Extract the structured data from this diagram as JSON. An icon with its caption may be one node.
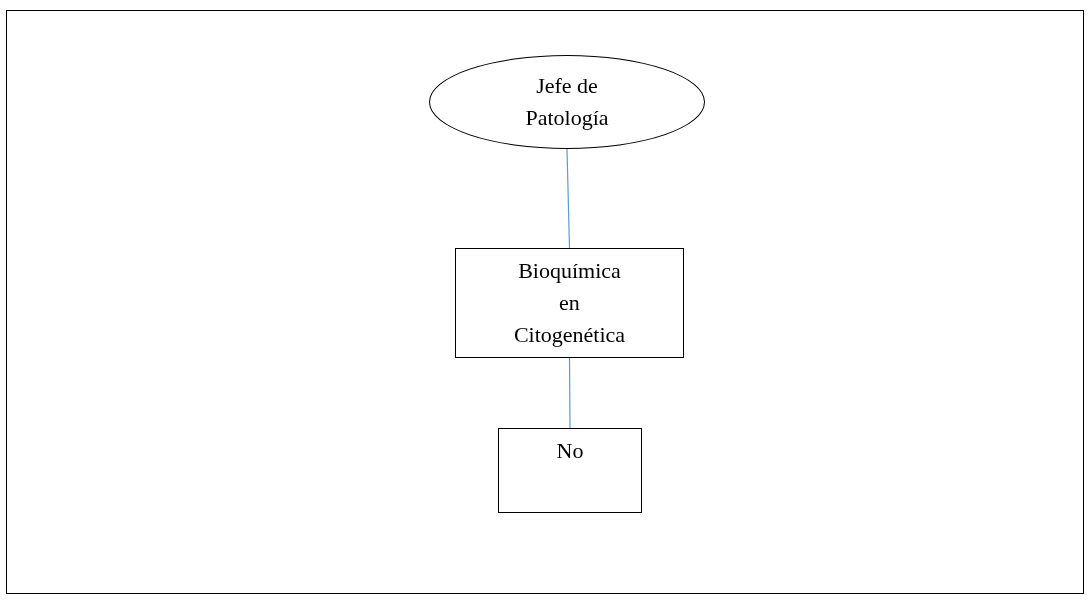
{
  "diagram": {
    "nodes": [
      {
        "text": [
          "Jefe de Patología"
        ]
      },
      {
        "text": [
          "Bioquímica en Citogenética"
        ]
      },
      {
        "text": [
          "No"
        ]
      }
    ],
    "edges": [
      {
        "from": 0,
        "to": 1,
        "arrow": "none"
      },
      {
        "from": 1,
        "to": 2,
        "arrow": "none"
      }
    ]
  }
}
